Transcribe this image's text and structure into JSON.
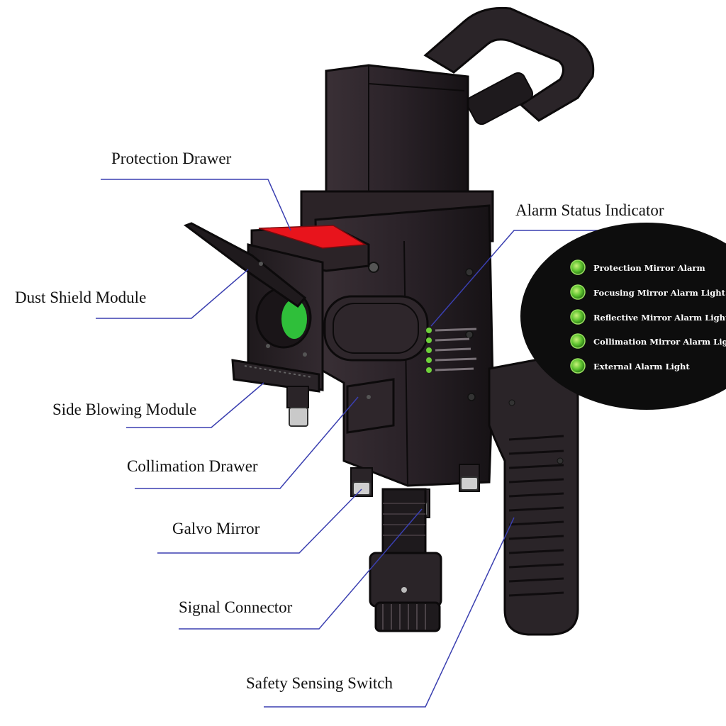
{
  "labels": {
    "protection_drawer": "Protection Drawer",
    "alarm_status_indicator": "Alarm Status Indicator",
    "dust_shield_module": "Dust Shield Module",
    "side_blowing_module": "Side Blowing Module",
    "collimation_drawer": "Collimation Drawer",
    "galvo_mirror": "Galvo Mirror",
    "signal_connector": "Signal Connector",
    "safety_sensing_switch": "Safety Sensing Switch"
  },
  "alarm_panel": {
    "items": [
      "Protection Mirror Alarm",
      "Focusing Mirror Alarm Light",
      "Reflective Mirror Alarm Light",
      "Collimation Mirror Alarm Light",
      "External Alarm Light"
    ]
  },
  "colors": {
    "leader_line": "#3a3fb0",
    "body": "#2a2228",
    "body_dark": "#151214",
    "protection_drawer_accent": "#e8141c",
    "lens_green": "#2fbf3a",
    "indicator_led": "#6fd23a",
    "panel_bg": "#0d0d0d"
  }
}
